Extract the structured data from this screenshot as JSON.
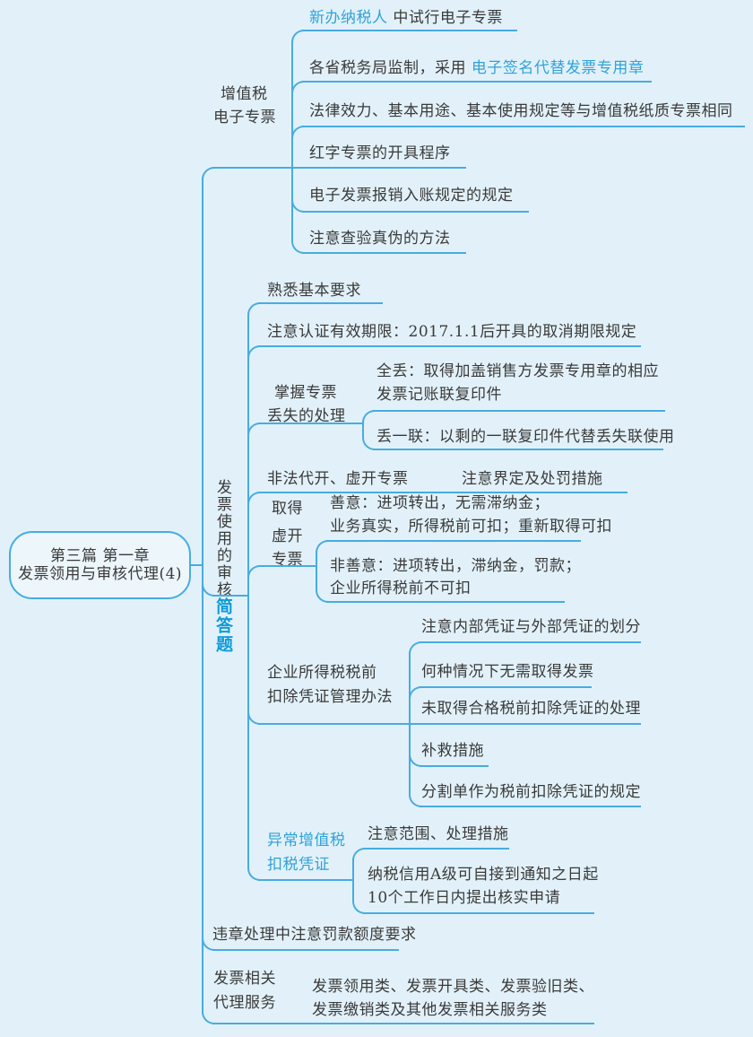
{
  "palette": {
    "background": "#e2f1f9",
    "line_blue": "#47ace1",
    "text_dark": "#3a3a3a",
    "text_blue": "#2fa2d9",
    "tag_blue": "#0f9bd8"
  },
  "root": {
    "line1": "第三篇  第一章",
    "line2": "发票领用与审核代理(4)"
  },
  "tag_label": "简答题",
  "b1": {
    "label1": "增值税",
    "label2": "电子专票",
    "c1_blue": "新办纳税人",
    "c1_rest": " 中试行电子专票",
    "c2_pre": "各省税务局监制，采用 ",
    "c2_blue": "电子签名代替发票专用章",
    "c3": "法律效力、基本用途、基本使用规定等与增值税纸质专票相同",
    "c4": "红字专票的开具程序",
    "c5": "电子发票报销入账规定的规定",
    "c6": "注意查验真伪的方法"
  },
  "b2": {
    "label_vertical": "发票使用的审核",
    "a": "熟悉基本要求",
    "b": "注意认证有效期限：2017.1.1后开具的取消期限规定",
    "c_label1": "掌握专票",
    "c_label2": "丢失的处理",
    "c1_line1": "全丢：取得加盖销售方发票专用章的相应",
    "c1_line2": "发票记账联复印件",
    "c2": "丢一联：以剩的一联复印件代替丢失联使用",
    "d": "非法代开、虚开专票",
    "d1": "注意界定及处罚措施",
    "e_label1": "取得",
    "e_label2": "虚开",
    "e_label3": "专票",
    "e1_line1": "善意：进项转出，无需滞纳金；",
    "e1_line2": "业务真实，所得税前可扣；重新取得可扣",
    "e2_line1": "非善意：进项转出，滞纳金，罚款；",
    "e2_line2": "企业所得税前不可扣",
    "f_label1": "企业所得税税前",
    "f_label2": "扣除凭证管理办法",
    "f1": "注意内部凭证与外部凭证的划分",
    "f2": "何种情况下无需取得发票",
    "f3": "未取得合格税前扣除凭证的处理",
    "f4": "补救措施",
    "f5": "分割单作为税前扣除凭证的规定",
    "g_label1": "异常增值税",
    "g_label2": "扣税凭证",
    "g1": "注意范围、处理措施",
    "g2_line1": "纳税信用A级可自接到通知之日起",
    "g2_line2": "10个工作日内提出核实申请"
  },
  "b3": {
    "text": "违章处理中注意罚款额度要求"
  },
  "b4": {
    "label1": "发票相关",
    "label2": "代理服务",
    "c1_line1": "发票领用类、发票开具类、发票验旧类、",
    "c1_line2": "发票缴销类及其他发票相关服务类"
  }
}
